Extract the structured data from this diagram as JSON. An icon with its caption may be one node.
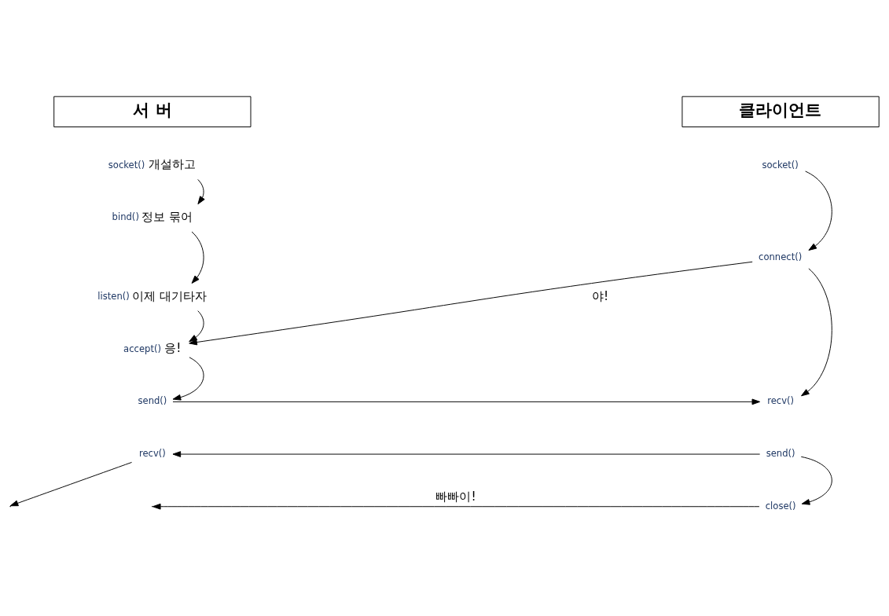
{
  "diagram": {
    "nodes": [
      {
        "text": [
          "서 버"
        ]
      },
      {
        "text": [
          "클라이언트"
        ]
      },
      {
        "text": [
          "socket()"
        ],
        "beside": [
          "개설하고"
        ]
      },
      {
        "text": [
          "socket()"
        ]
      },
      {
        "text": [
          "bind()"
        ],
        "beside": [
          "정보 묶어"
        ]
      },
      {
        "text": [
          "listen()"
        ],
        "beside": [
          "이제 대기타자"
        ]
      },
      {
        "text": [
          "connect()"
        ]
      },
      {
        "text": [
          "accept()"
        ],
        "beside": [
          "응!"
        ]
      },
      {
        "text": [
          "send()"
        ]
      },
      {
        "text": [
          "recv()"
        ]
      },
      {
        "text": [
          "recv()"
        ]
      },
      {
        "text": [
          "send()"
        ]
      },
      {
        "text": [
          "close()"
        ]
      }
    ],
    "edges": [
      {
        "from": 2,
        "to": 4,
        "arrow": "to"
      },
      {
        "from": 4,
        "to": 5,
        "arrow": "to"
      },
      {
        "from": 5,
        "to": 7,
        "arrow": "to"
      },
      {
        "from": 3,
        "to": 6,
        "arrow": "to"
      },
      {
        "from": 6,
        "to": 7,
        "arrow": "to",
        "label": "야!"
      },
      {
        "from": 6,
        "to": 9,
        "arrow": "to"
      },
      {
        "from": 7,
        "to": 8,
        "arrow": "to"
      },
      {
        "from": 8,
        "to": 9,
        "arrow": "to"
      },
      {
        "from": 11,
        "to": 10,
        "arrow": "to"
      },
      {
        "from": 11,
        "to": 12,
        "arrow": "to"
      },
      {
        "from": 10,
        "to": null,
        "arrow": "to"
      },
      {
        "from": 12,
        "to": null,
        "arrow": "to",
        "label": "빠빠이!"
      }
    ]
  }
}
